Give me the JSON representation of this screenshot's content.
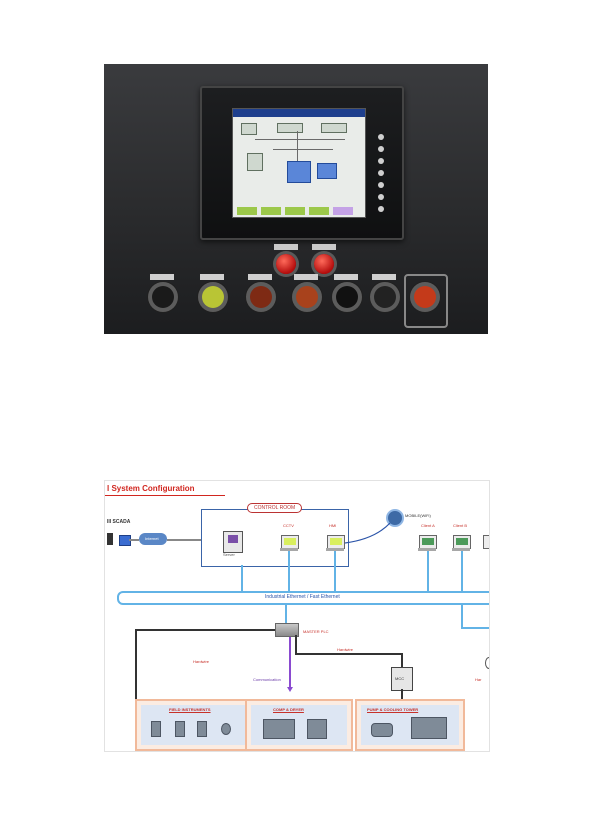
{
  "diagram": {
    "title": "l System Configuration",
    "control_room_label": "CONTROL ROOM",
    "cctv_label": "CCTV",
    "hmi_label": "HMI",
    "server_label": "Server",
    "mobile_label": "MOBILE(WiFi)",
    "scada_label": "III SCADA",
    "internet_label": "Internet",
    "client_a_label": "Client A",
    "client_b_label": "Client B",
    "bus_label": "Industrial Ethernet / Fast Ethernet",
    "master_plc_label": "MASTER PLC",
    "hardwire_left": "Hardwire",
    "hardwire_right": "Hardwire",
    "communication_label": "Communication",
    "mcc_label": "MCC",
    "field_instruments": "FIELD INSTRUMENTS",
    "comp_dryer": "COMP & DRYER",
    "pump_cooling": "PUMP & COOLING TOWER",
    "right_edge_label": "Har"
  },
  "colors": {
    "title": "#d1261f",
    "bus": "#62b3e6",
    "control_room_border": "#3a64a8",
    "group_border": "#f1b99a",
    "group_fill": "#dde6f3"
  }
}
